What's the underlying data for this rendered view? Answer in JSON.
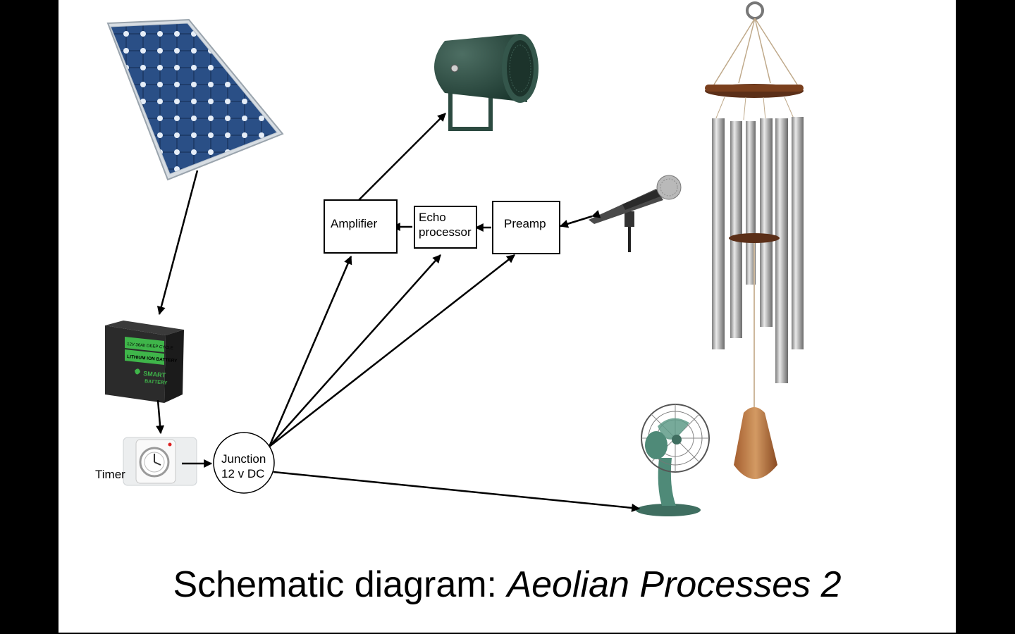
{
  "nodes": {
    "amplifier": "Amplifier",
    "echo_line1": "Echo",
    "echo_line2": "processor",
    "preamp": "Preamp",
    "junction_line1": "Junction",
    "junction_line2": "12 v DC",
    "timer": "Timer"
  },
  "battery_text": {
    "line1": "12V 36Ah DEEP CYCLE",
    "line2": "LITHIUM ION BATTERY",
    "brand1": "SMART",
    "brand2": "BATTERY"
  },
  "caption": {
    "prefix": "Schematic diagram: ",
    "title": "Aeolian Processes 2"
  },
  "colors": {
    "slide_background": "#ffffff",
    "letterbox": "#000000",
    "arrow": "#000000",
    "solar_cell": "#22406e",
    "battery_body": "#2b2b2b",
    "battery_label": "#3fb54a",
    "speaker": "#2c4a40",
    "chime_tube": "#b8b8b8",
    "chime_wood": "#8a4a22",
    "fan": "#4f8a78"
  },
  "icons": [
    "solar-panel-icon",
    "battery-icon",
    "timer-icon",
    "speaker-icon",
    "microphone-icon",
    "wind-chime-icon",
    "fan-icon"
  ]
}
